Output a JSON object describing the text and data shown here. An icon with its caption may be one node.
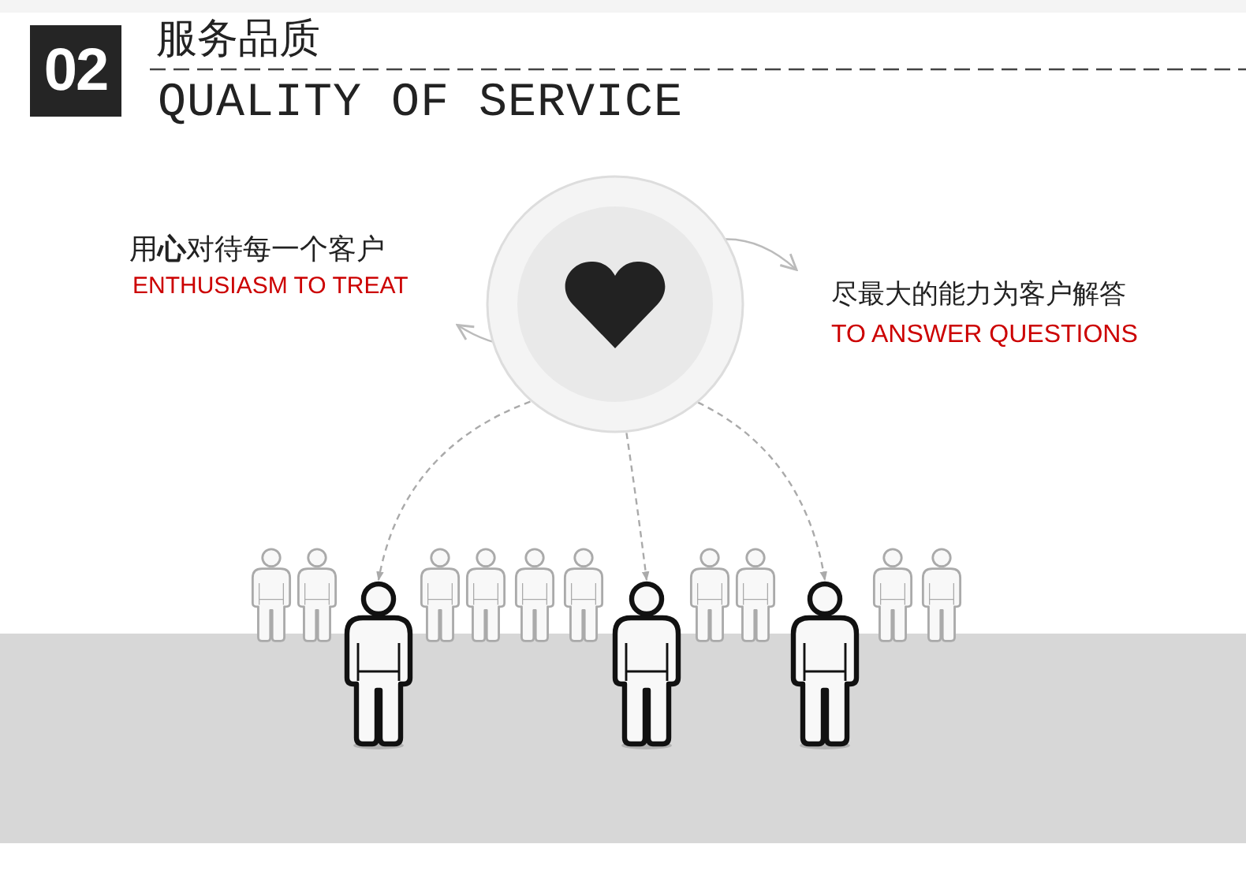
{
  "diagram": {
    "title": "服务品质",
    "nodes": [
      {
        "text": [
          "用**心**对待每一个客户",
          "ENTHUSIASM TO TREAT"
        ]
      },
      {
        "text": [],
        "shape": "circle"
      },
      {
        "text": [],
        "shape": "heart",
        "in": 1
      },
      {
        "text": [
          "尽最大的能力为客户解答",
          "TO ANSWER QUESTIONS"
        ]
      },
      {
        "text": [],
        "shape": "person"
      },
      {
        "text": [],
        "shape": "person"
      },
      {
        "text": [],
        "shape": "person"
      }
    ],
    "edges": [
      {
        "from": 2,
        "to": 0,
        "arrow": "to"
      },
      {
        "from": 2,
        "to": 3,
        "arrow": "to"
      },
      {
        "from": 1,
        "to": 4,
        "arrow": "to",
        "style": "dashed"
      },
      {
        "from": 1,
        "to": 5,
        "arrow": "to",
        "style": "dashed"
      },
      {
        "from": 1,
        "to": 6,
        "arrow": "to",
        "style": "dashed"
      }
    ],
    "labels": [
      "02",
      "QUALITY OF SERVICE"
    ]
  }
}
